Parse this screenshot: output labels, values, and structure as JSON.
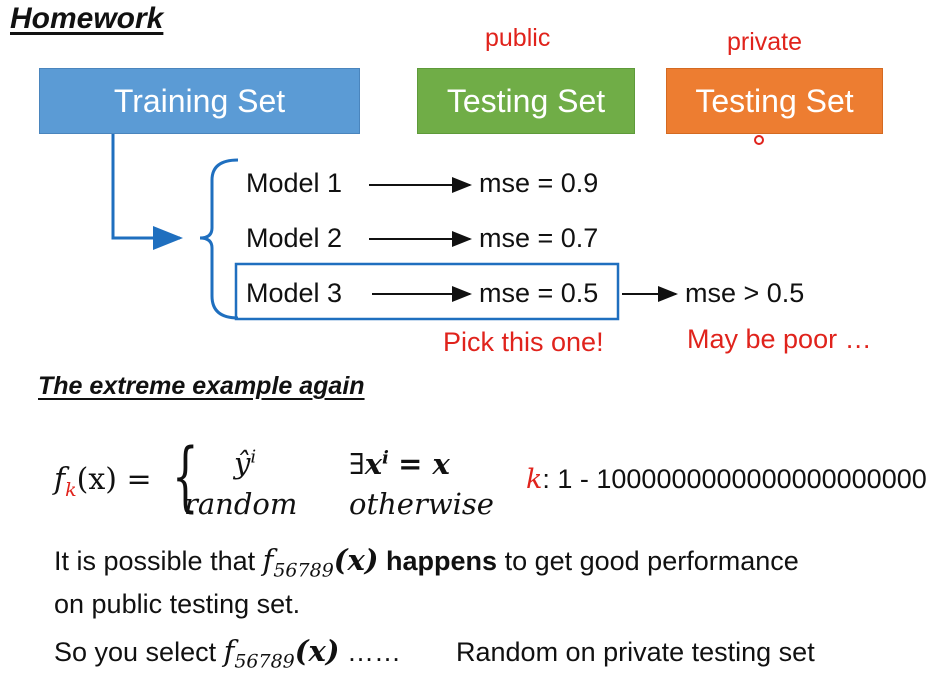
{
  "homework": {
    "title": "Homework",
    "public_label": "public",
    "private_label": "private",
    "boxes": {
      "training": "Training Set",
      "public_testing": "Testing Set",
      "private_testing": "Testing Set"
    },
    "models": [
      {
        "name": "Model 1",
        "result": "mse = 0.9"
      },
      {
        "name": "Model 2",
        "result": "mse = 0.7"
      },
      {
        "name": "Model 3",
        "result": "mse = 0.5"
      }
    ],
    "private_result": "mse > 0.5",
    "pick_note": "Pick this one!",
    "poor_note": "May be poor …",
    "colors": {
      "training": "#5b9bd5",
      "public": "#70ad47",
      "private": "#ed7d31",
      "note": "#e0231c",
      "connector": "#1f6fbf"
    }
  },
  "extreme": {
    "title": "The extreme example again",
    "formula": {
      "lhs_f": "f",
      "lhs_k": "k",
      "lhs_args": "(x) =",
      "case1_value": "ŷ",
      "case1_sup": "i",
      "case1_cond_pre": "∃",
      "case1_cond_x": "x",
      "case1_cond_sup": "i",
      "case1_cond_post": "= x",
      "case2_value": "random",
      "case2_cond": "otherwise"
    },
    "k_range": {
      "k": "k",
      "text": ": 1 - 1000000000000000000000"
    },
    "line1": {
      "pre": "It is possible that ",
      "f": "f",
      "sub": "56789",
      "arg": "(x)",
      "bold": " happens",
      "post": " to get good performance"
    },
    "line2": "on public testing set.",
    "line3": {
      "pre": "So you select ",
      "f": "f",
      "sub": "56789",
      "arg": "(x)",
      "dots": " ……"
    },
    "line3_right": "Random on private testing set"
  }
}
